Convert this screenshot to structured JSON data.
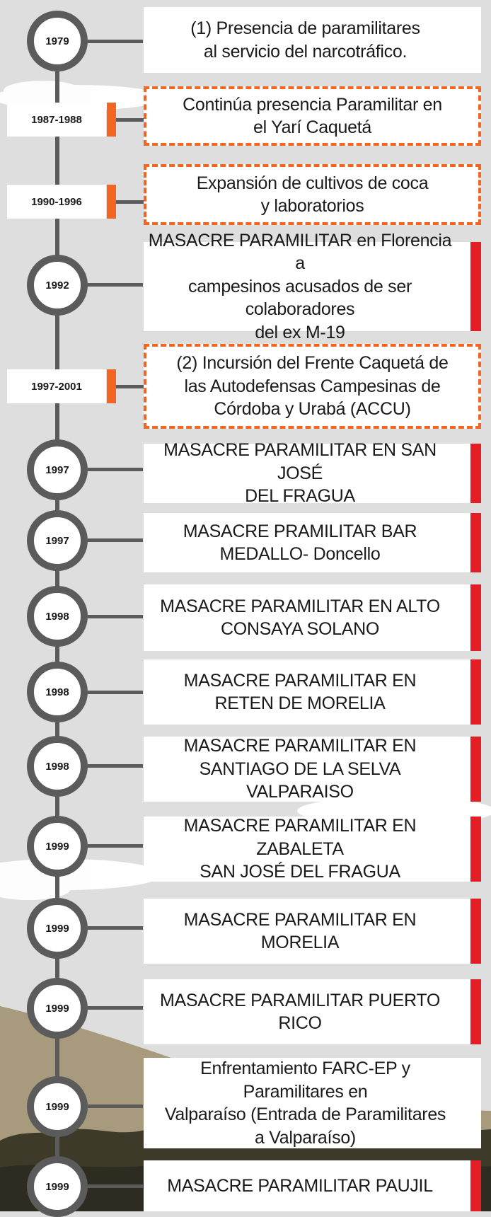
{
  "colors": {
    "background": "#dedede",
    "timeline": "#5b5b5b",
    "accent_orange": "#f26522",
    "accent_red": "#e31e24",
    "hill": "#a89a7c",
    "forest": "#3d3a2a"
  },
  "events": [
    {
      "id": "e1",
      "year": "1979",
      "text": "(1) Presencia de paramilitares\nal servicio del narcotráfico.",
      "style": "plain"
    },
    {
      "id": "e2",
      "year": "1987-1988",
      "text": "Continúa presencia Paramilitar en\nel Yarí Caquetá",
      "style": "dashed",
      "range": true
    },
    {
      "id": "e3",
      "year": "1990-1996",
      "text": "Expansión de cultivos de coca\ny laboratorios",
      "style": "dashed",
      "range": true
    },
    {
      "id": "e4",
      "year": "1992",
      "text": "MASACRE PARAMILITAR en Florencia a\ncampesinos acusados de ser colaboradores\ndel ex M-19",
      "style": "red"
    },
    {
      "id": "e5",
      "year": "1997-2001",
      "text": "(2) Incursión del Frente Caquetá de\nlas Autodefensas Campesinas de\nCórdoba y Urabá (ACCU)",
      "style": "dashed",
      "range": true
    },
    {
      "id": "e6",
      "year": "1997",
      "text": "MASACRE PARAMILITAR EN SAN JOSÉ\nDEL FRAGUA",
      "style": "red"
    },
    {
      "id": "e7",
      "year": "1997",
      "text": "MASACRE PRAMILITAR BAR\nMEDALLO- Doncello",
      "style": "red"
    },
    {
      "id": "e8",
      "year": "1998",
      "text": "MASACRE PARAMILITAR EN ALTO\nCONSAYA SOLANO",
      "style": "red"
    },
    {
      "id": "e9",
      "year": "1998",
      "text": "MASACRE PARAMILITAR EN\nRETEN DE MORELIA",
      "style": "red"
    },
    {
      "id": "e10",
      "year": "1998",
      "text": "MASACRE PARAMILITAR  EN\nSANTIAGO DE LA SELVA  VALPARAISO",
      "style": "red"
    },
    {
      "id": "e11",
      "year": "1999",
      "text": "MASACRE PARAMILITAR EN ZABALETA\nSAN JOSÉ DEL FRAGUA",
      "style": "red"
    },
    {
      "id": "e12",
      "year": "1999",
      "text": "MASACRE PARAMILITAR EN MORELIA",
      "style": "red"
    },
    {
      "id": "e13",
      "year": "1999",
      "text": "MASACRE PARAMILITAR PUERTO RICO",
      "style": "red"
    },
    {
      "id": "e14",
      "year": "1999",
      "text": "Enfrentamiento FARC-EP y Paramilitares en\nValparaíso (Entrada de Paramilitares\na Valparaíso)",
      "style": "plain"
    },
    {
      "id": "e15",
      "year": "1999",
      "text": "MASACRE PARAMILITAR PAUJIL",
      "style": "red"
    }
  ]
}
